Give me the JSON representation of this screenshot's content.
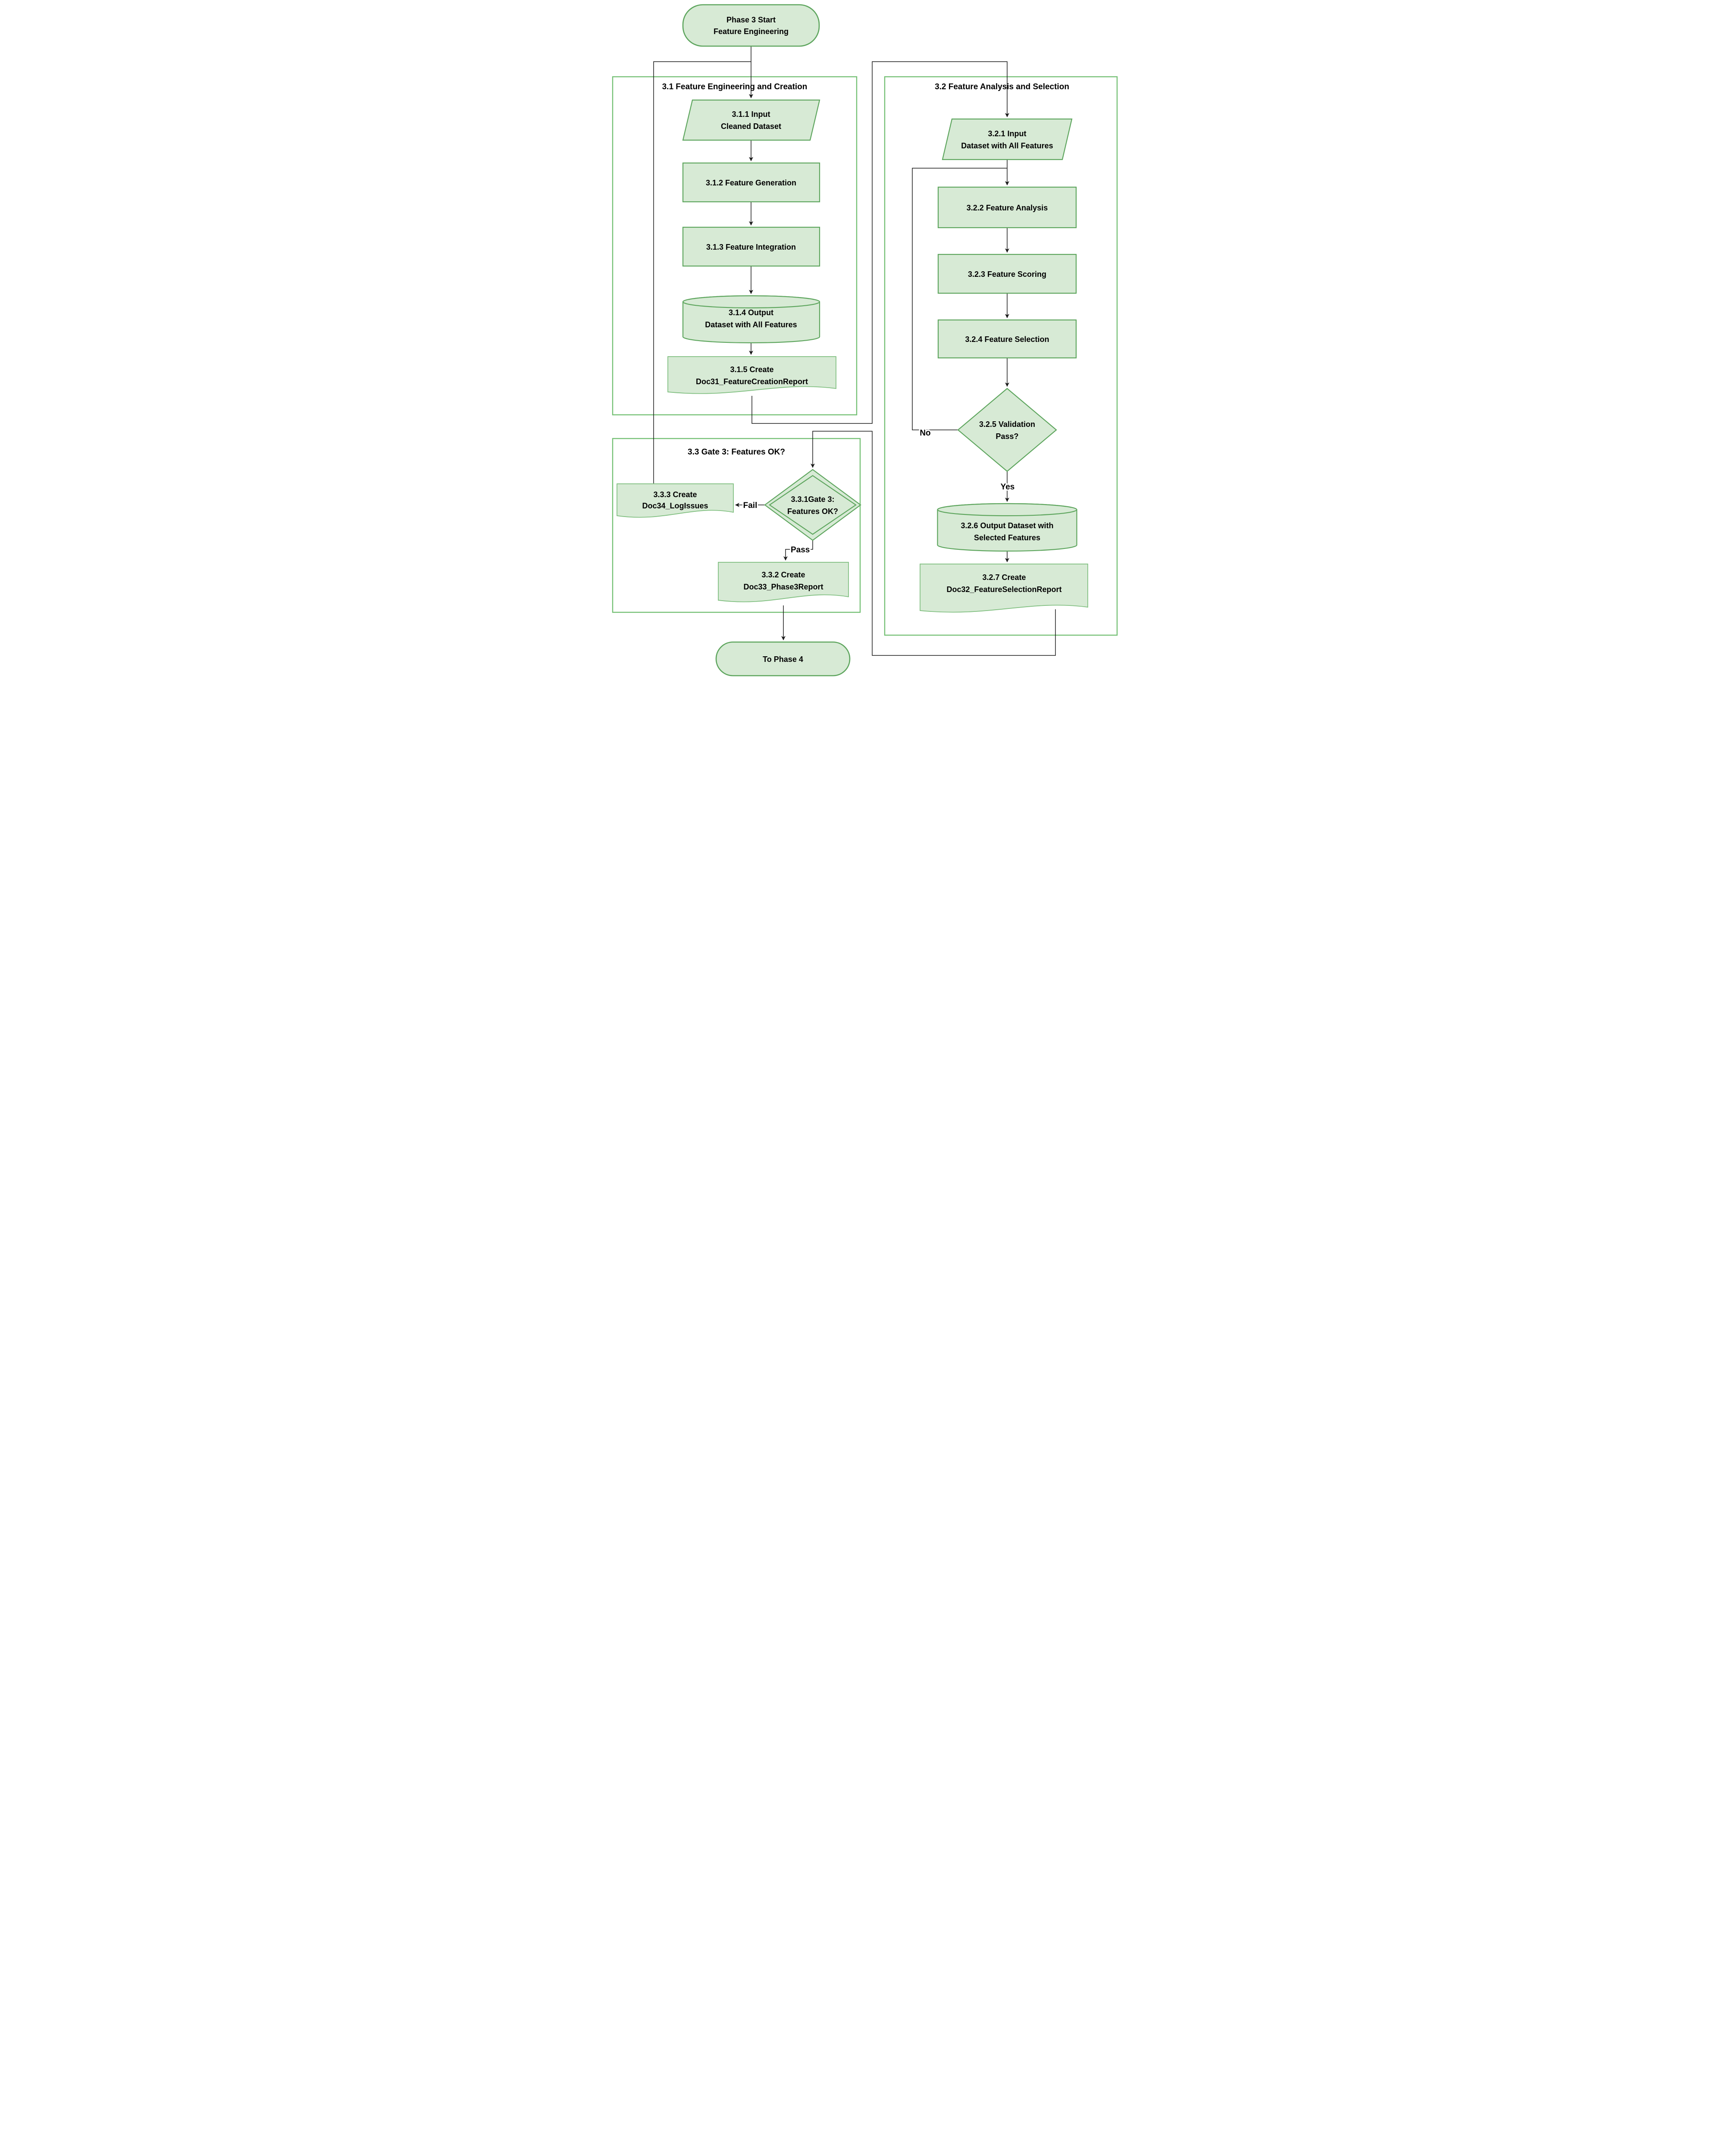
{
  "colors": {
    "background": "#ffffff",
    "shape_fill": "#d7ead5",
    "shape_stroke": "#5da55d",
    "section_stroke": "#74c074",
    "document_stroke": "#7cbd7c",
    "edge_color": "#1a1a1a",
    "text_color": "#000000"
  },
  "sections": {
    "s31": {
      "title": "3.1 Feature Engineering and Creation"
    },
    "s32": {
      "title": "3.2 Feature Analysis and Selection"
    },
    "s33": {
      "title": "3.3 Gate 3: Features OK?"
    }
  },
  "nodes": {
    "start": {
      "type": "terminator",
      "line1": "Phase 3 Start",
      "line2": "Feature Engineering"
    },
    "n311": {
      "type": "data-parallelogram",
      "line1": "3.1.1 Input",
      "line2": "Cleaned Dataset"
    },
    "n312": {
      "type": "process",
      "line1": "3.1.2 Feature Generation"
    },
    "n313": {
      "type": "process",
      "line1": "3.1.3 Feature Integration"
    },
    "n314": {
      "type": "database-cylinder",
      "line1": "3.1.4 Output",
      "line2": "Dataset with All Features"
    },
    "n315": {
      "type": "document",
      "line1": "3.1.5 Create",
      "line2": "Doc31_FeatureCreationReport"
    },
    "n321": {
      "type": "data-parallelogram",
      "line1": "3.2.1 Input",
      "line2": "Dataset with All Features"
    },
    "n322": {
      "type": "process",
      "line1": "3.2.2 Feature Analysis"
    },
    "n323": {
      "type": "process",
      "line1": "3.2.3 Feature Scoring"
    },
    "n324": {
      "type": "process",
      "line1": "3.2.4 Feature Selection"
    },
    "n325": {
      "type": "decision",
      "line1": "3.2.5 Validation",
      "line2": "Pass?"
    },
    "n326": {
      "type": "database-cylinder",
      "line1": "3.2.6 Output Dataset with",
      "line2": "Selected Features"
    },
    "n327": {
      "type": "document",
      "line1": "3.2.7 Create",
      "line2": "Doc32_FeatureSelectionReport"
    },
    "n331": {
      "type": "decision-double-border",
      "line1": "3.3.1Gate 3:",
      "line2": "Features OK?"
    },
    "n332": {
      "type": "document",
      "line1": "3.3.2 Create",
      "line2": "Doc33_Phase3Report"
    },
    "n333": {
      "type": "document",
      "line1": "3.3.3 Create",
      "line2": "Doc34_LogIssues"
    },
    "end": {
      "type": "terminator",
      "line1": "To Phase 4"
    }
  },
  "edge_labels": {
    "no": "No",
    "yes": "Yes",
    "fail": "Fail",
    "pass": "Pass"
  }
}
